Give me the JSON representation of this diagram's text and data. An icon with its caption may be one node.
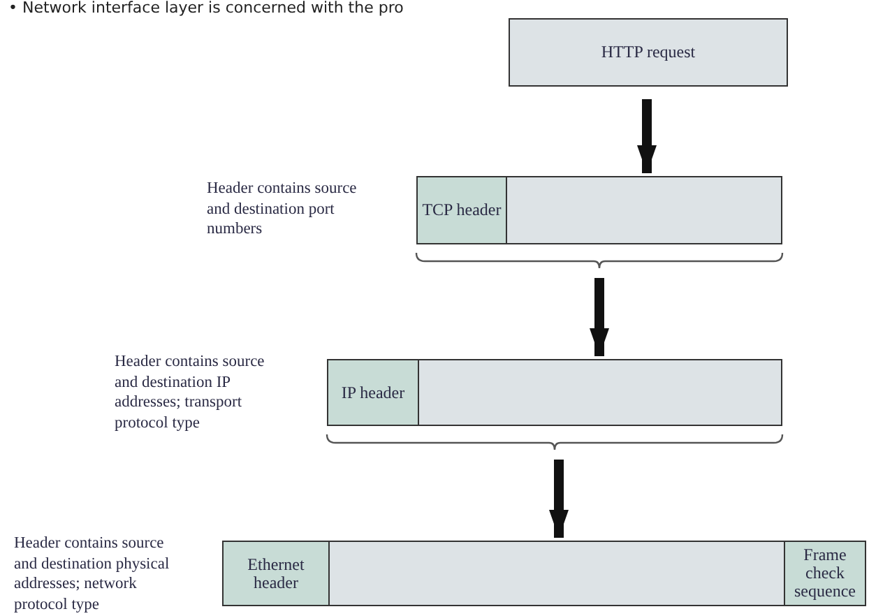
{
  "diagram": {
    "nodes": [
      {
        "text": [
          "HTTP request"
        ]
      },
      {
        "text": [],
        "shape": "box"
      },
      {
        "text": [
          "TCP header"
        ],
        "in": 1,
        "beside": [
          "Header contains source and destination port numbers"
        ]
      },
      {
        "text": [],
        "shape": "box"
      },
      {
        "text": [
          "IP header"
        ],
        "in": 3,
        "beside": [
          "Header contains source and destination IP addresses; transport protocol type"
        ]
      },
      {
        "text": [],
        "shape": "box"
      },
      {
        "text": [
          "Ethernet header"
        ],
        "in": 5,
        "beside": [
          "Header contains source and destination physical addresses; network protocol type"
        ]
      },
      {
        "text": [
          "Frame check sequence"
        ],
        "in": 5
      }
    ],
    "edges": [
      {
        "from": 0,
        "to": 1,
        "arrow": "to"
      },
      {
        "from": 1,
        "to": 3,
        "arrow": "to"
      },
      {
        "from": 3,
        "to": 5,
        "arrow": "to"
      }
    ],
    "labels": [
      "• Network interface layer is concerned with the pro"
    ]
  }
}
